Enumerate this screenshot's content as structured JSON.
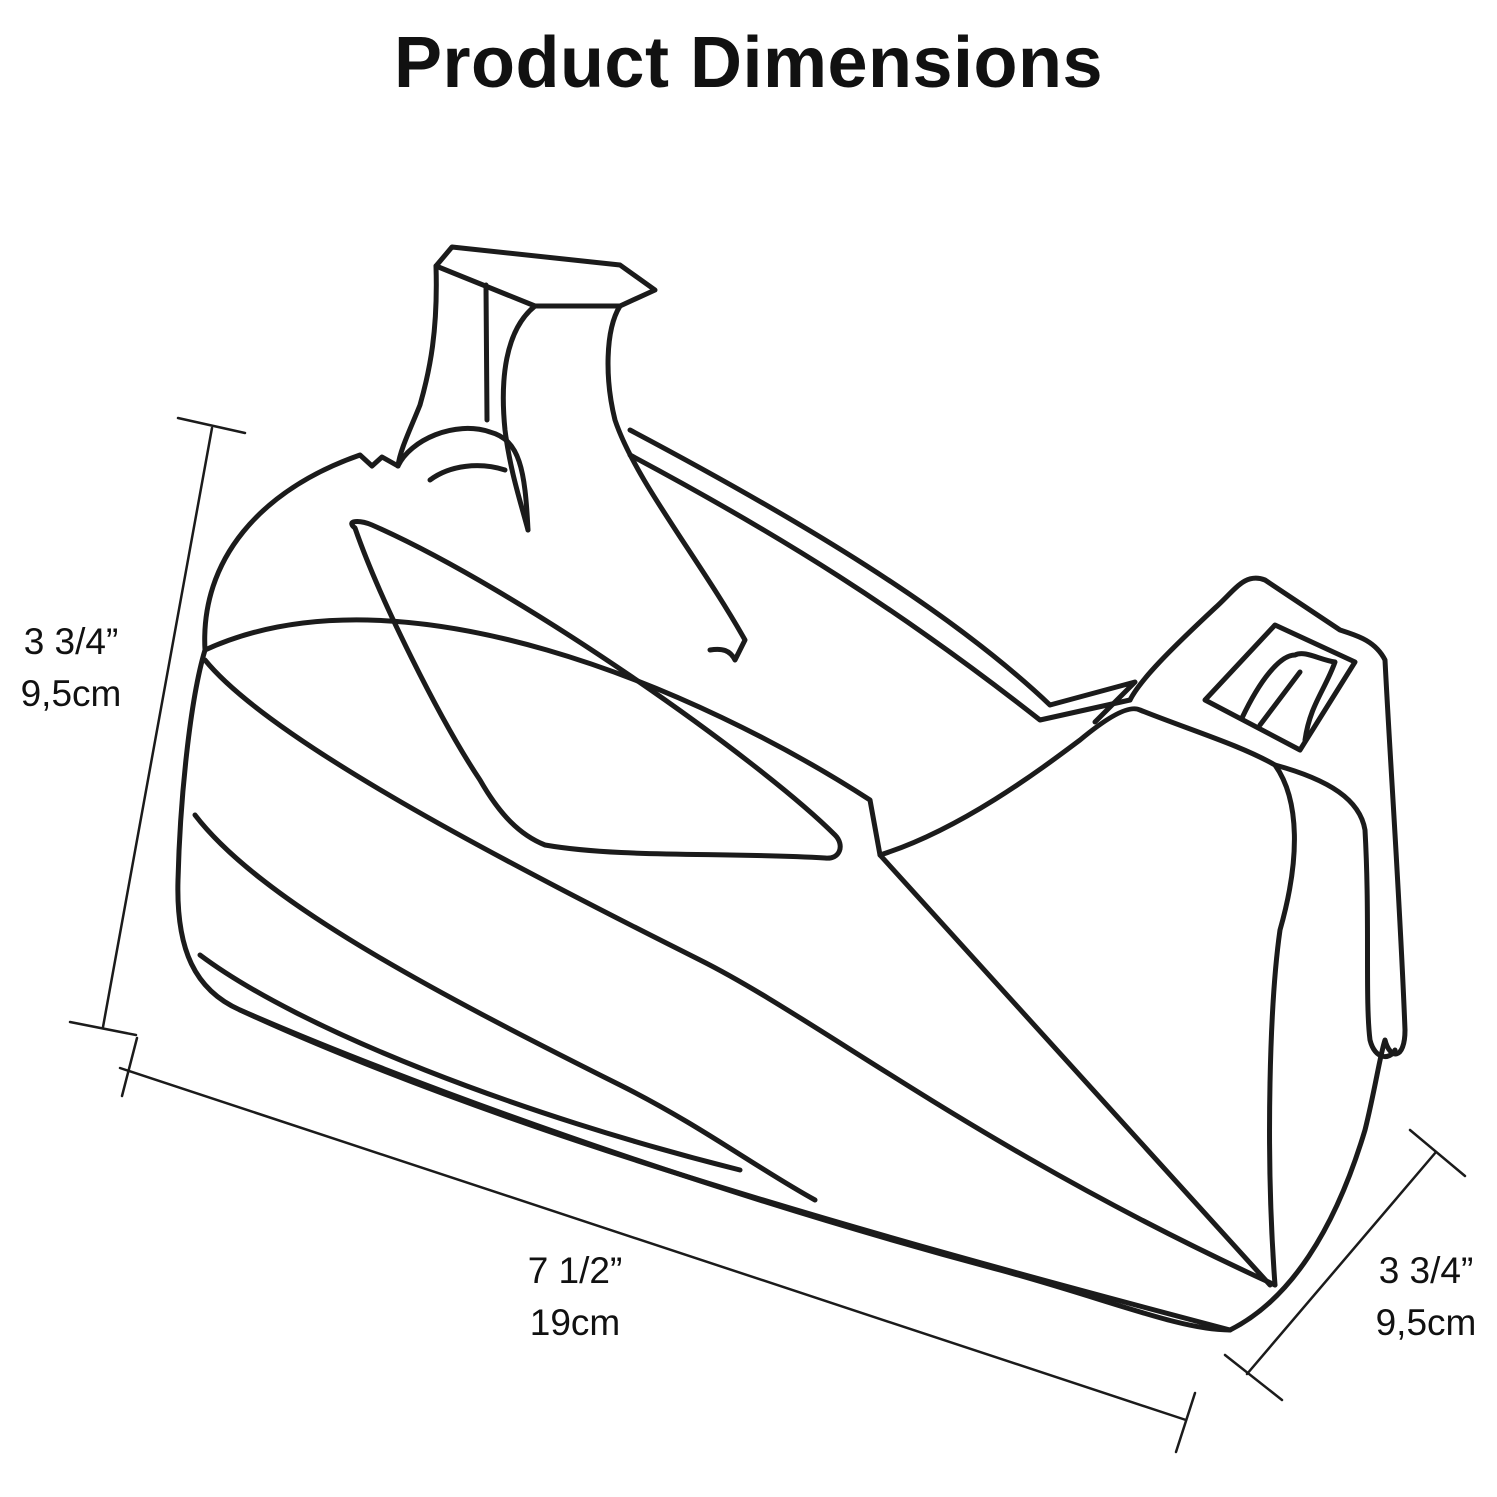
{
  "title": "Product Dimensions",
  "dimensions": {
    "height": {
      "imperial": "3 3/4”",
      "metric": "9,5cm"
    },
    "length": {
      "imperial": "7 1/2”",
      "metric": "19cm"
    },
    "depth": {
      "imperial": "3 3/4”",
      "metric": "9,5cm"
    }
  },
  "colors": {
    "line": "#1b1b1b",
    "background": "#ffffff"
  }
}
